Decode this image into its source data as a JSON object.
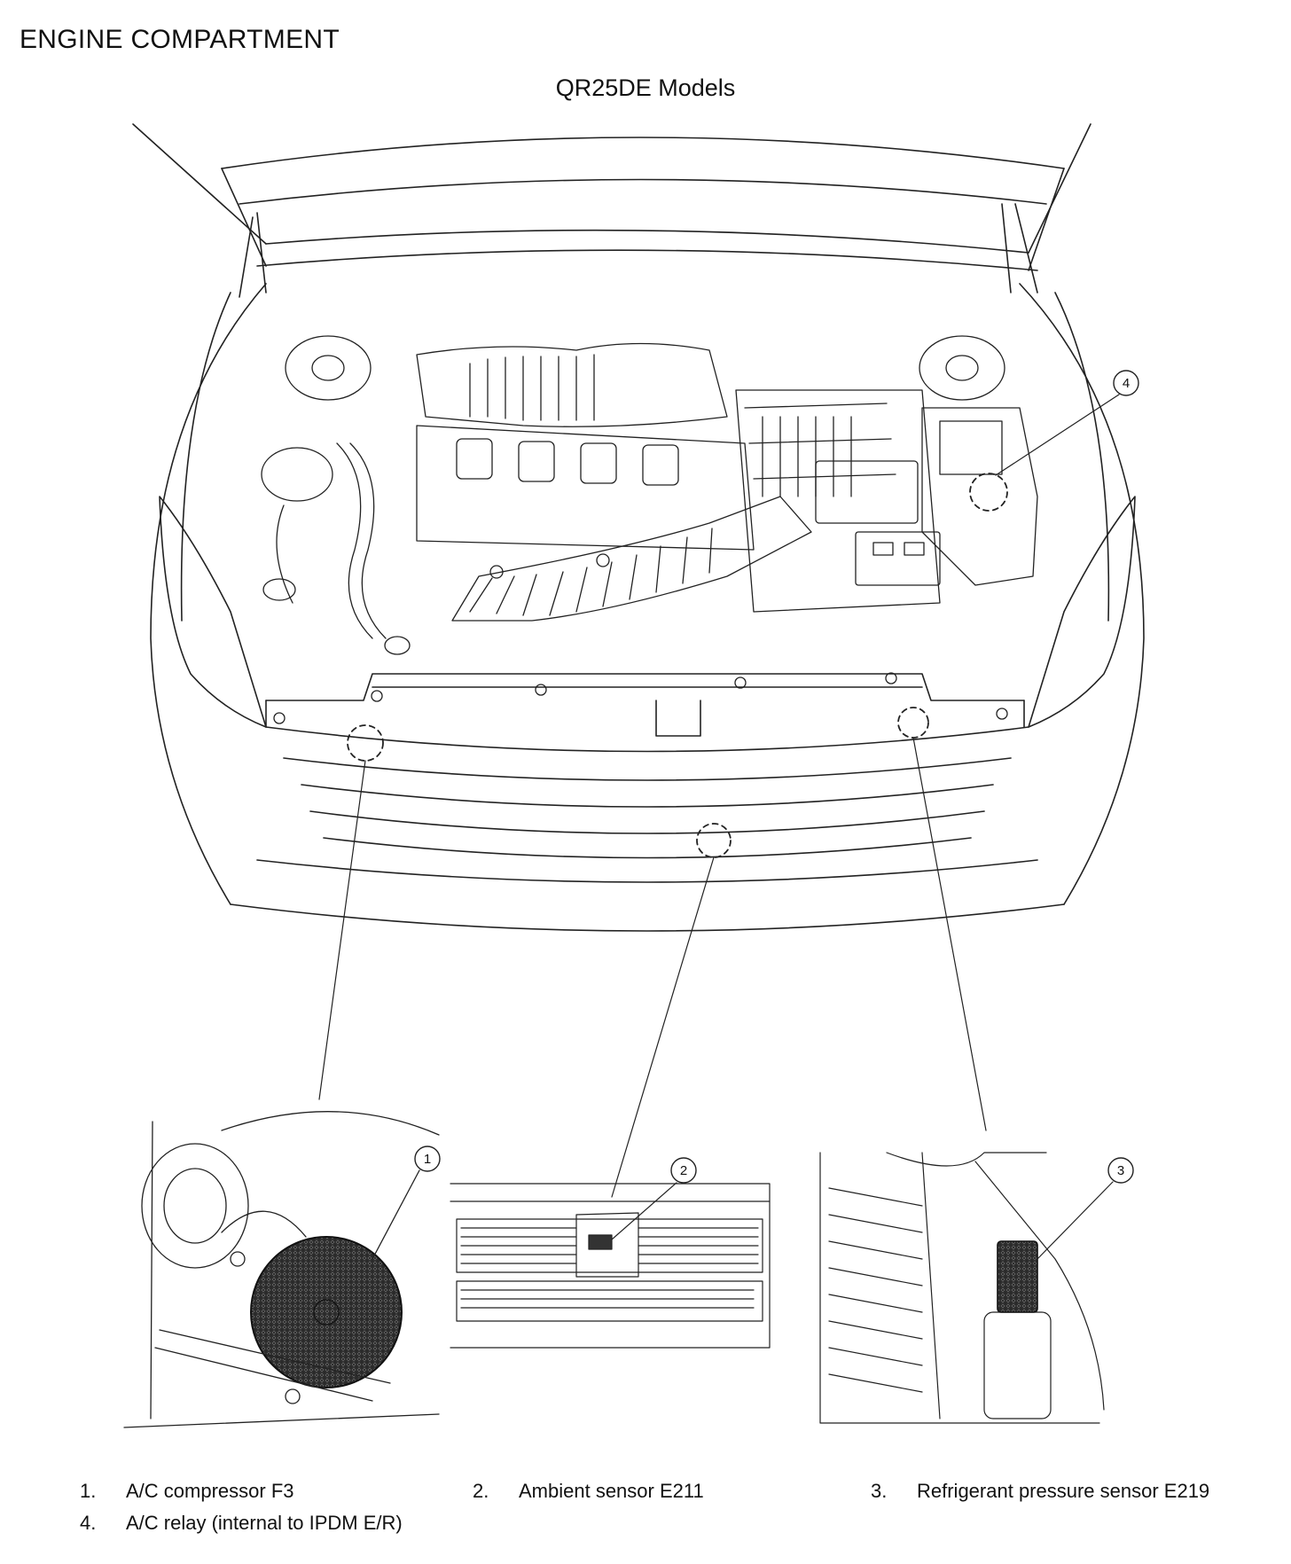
{
  "header": {
    "title": "ENGINE COMPARTMENT",
    "subtitle": "QR25DE Models"
  },
  "callouts": [
    {
      "number": "1",
      "label": "A/C compressor F3"
    },
    {
      "number": "2",
      "label": "Ambient sensor E211"
    },
    {
      "number": "3",
      "label": "Refrigerant pressure sensor E219"
    },
    {
      "number": "4",
      "label": "A/C relay (internal to IPDM E/R)"
    }
  ],
  "legend": [
    {
      "number": "1.",
      "label": "A/C compressor F3"
    },
    {
      "number": "2.",
      "label": "Ambient sensor E211"
    },
    {
      "number": "3.",
      "label": "Refrigerant pressure sensor E219"
    },
    {
      "number": "4.",
      "label": "A/C relay (internal to IPDM E/R)"
    }
  ]
}
